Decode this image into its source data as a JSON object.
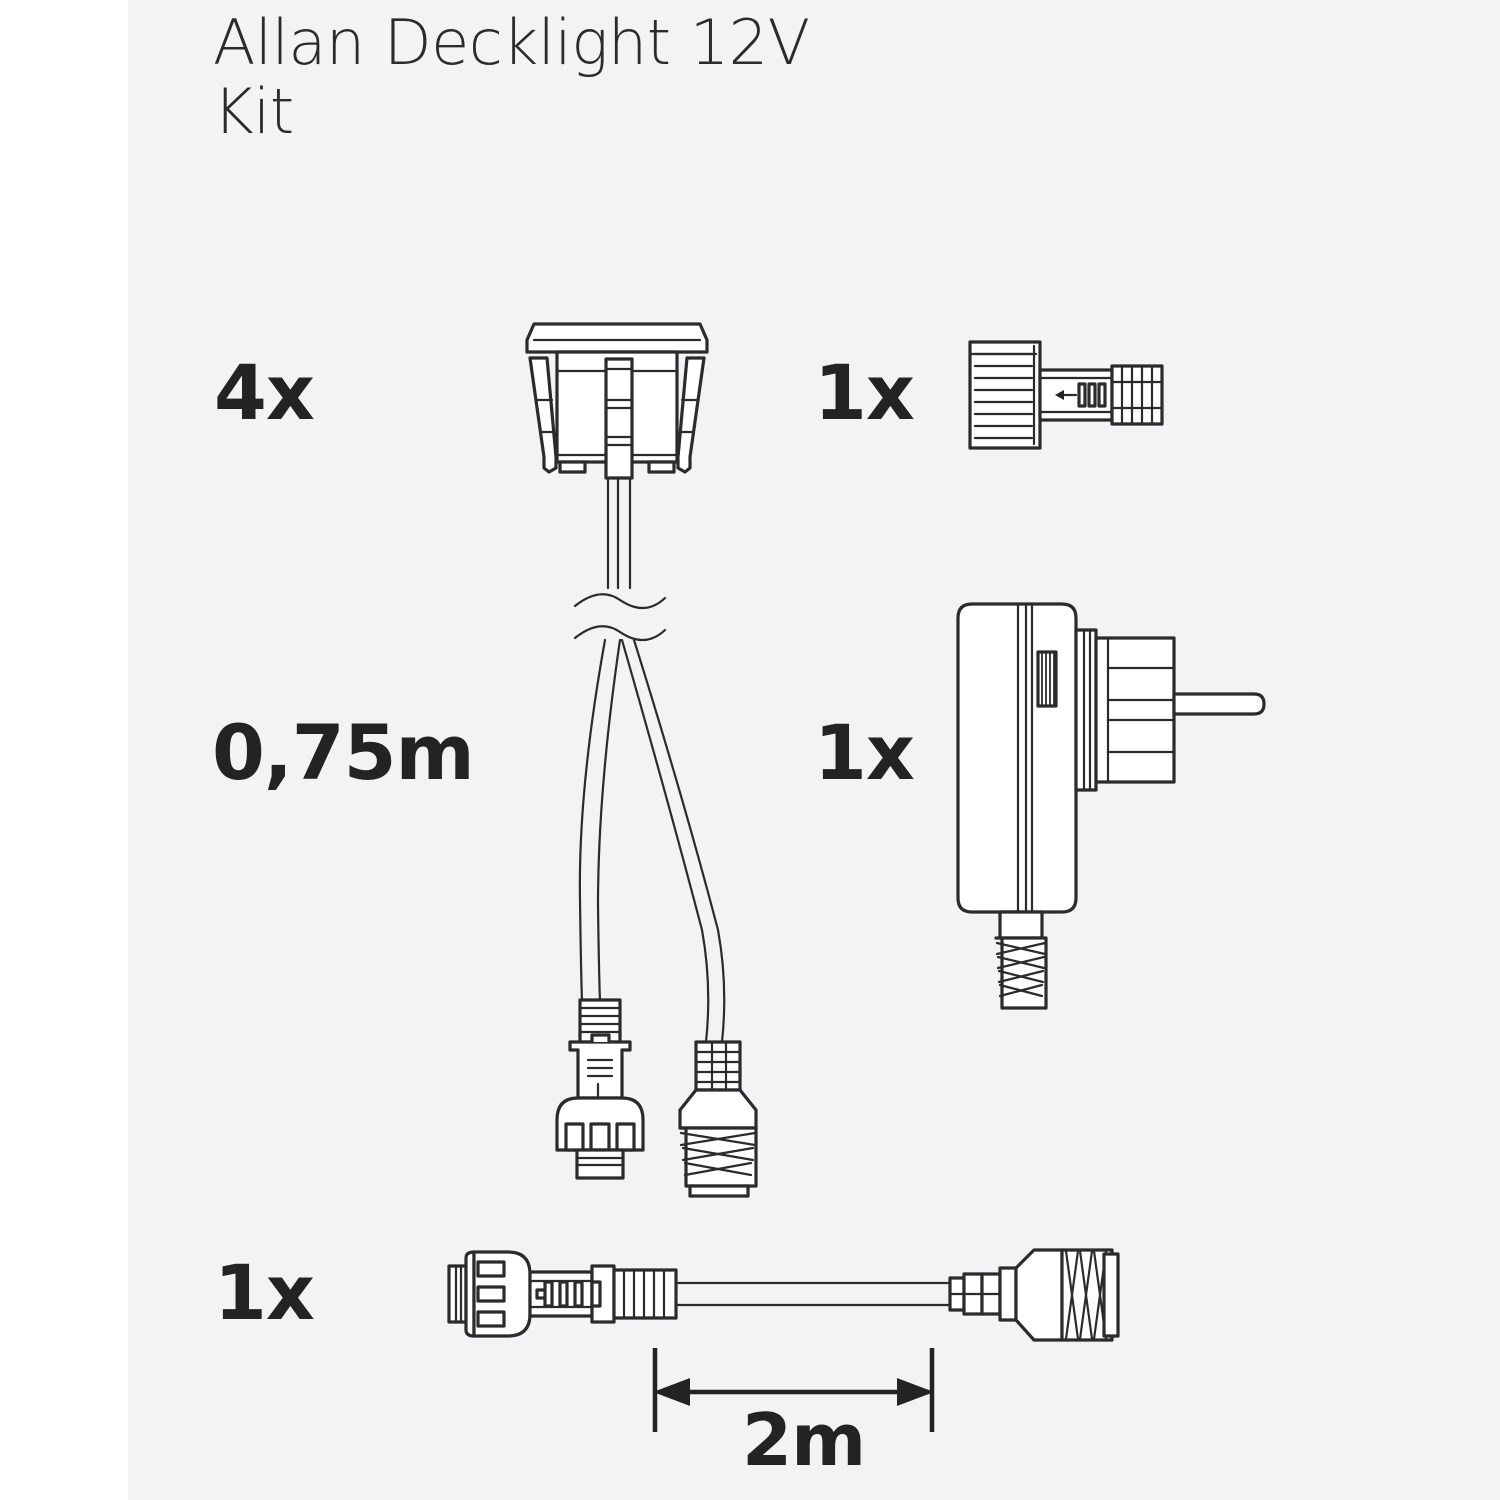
{
  "page": {
    "background_color": "#f3f3f5",
    "margin_strip_color": "#ffffff",
    "line_color": "#2b2b2d",
    "text_color": "#232326"
  },
  "header": {
    "title": "Allan Decklight 12V\nKit"
  },
  "items": [
    {
      "id": "decklight-fixture",
      "quantity_label": "4x",
      "name": "recessed deck light fixture with spring clips and pigtail cable"
    },
    {
      "id": "end-cap",
      "quantity_label": "1x",
      "name": "knurled end cap connector"
    },
    {
      "id": "cable-length",
      "quantity_label": "0,75m",
      "name": "fixture pigtail cable length"
    },
    {
      "id": "power-adapter",
      "quantity_label": "1x",
      "name": "12V plug-in power supply adapter"
    },
    {
      "id": "extension-cable",
      "quantity_label": "1x",
      "name": "extension cable with 3-pin socket and screw connector"
    }
  ],
  "dimension": {
    "label": "2m",
    "arrow": "double-headed"
  },
  "icons": {
    "cable_break": "break-symbol",
    "cap_arrow": "left-arrow"
  }
}
